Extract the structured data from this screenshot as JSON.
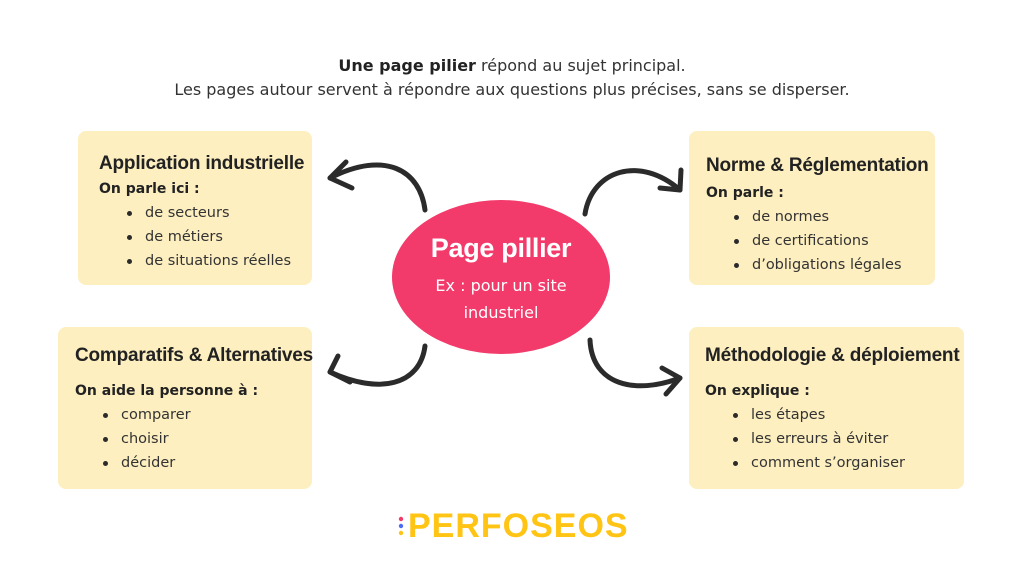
{
  "intro": {
    "line1_bold": "Une page pilier",
    "line1_rest": " répond au sujet principal.",
    "line2": "Les pages autour servent à répondre aux questions plus précises, sans se disperser."
  },
  "hub": {
    "title": "Page pillier",
    "subtitle_line1": "Ex : pour un site",
    "subtitle_line2": "industriel",
    "color": "#f23a6b"
  },
  "cards": {
    "top_left": {
      "title": "Application industrielle",
      "lead": "On parle ici :",
      "items": [
        "de secteurs",
        "de métiers",
        "de situations réelles"
      ]
    },
    "top_right": {
      "title": "Norme & Réglementation",
      "lead": "On parle :",
      "items": [
        "de normes",
        "de certifications",
        "d’obligations légales"
      ]
    },
    "bottom_left": {
      "title": "Comparatifs & Alternatives",
      "lead": "On aide la personne à :",
      "items": [
        "comparer",
        "choisir",
        "décider"
      ]
    },
    "bottom_right": {
      "title": "Méthodologie & déploiement",
      "lead": "On explique :",
      "items": [
        "les étapes",
        "les erreurs à éviter",
        "comment s’organiser"
      ]
    },
    "color": "#fdefc0"
  },
  "logo": {
    "text": "PERFOSEOS",
    "color": "#ffc414"
  }
}
